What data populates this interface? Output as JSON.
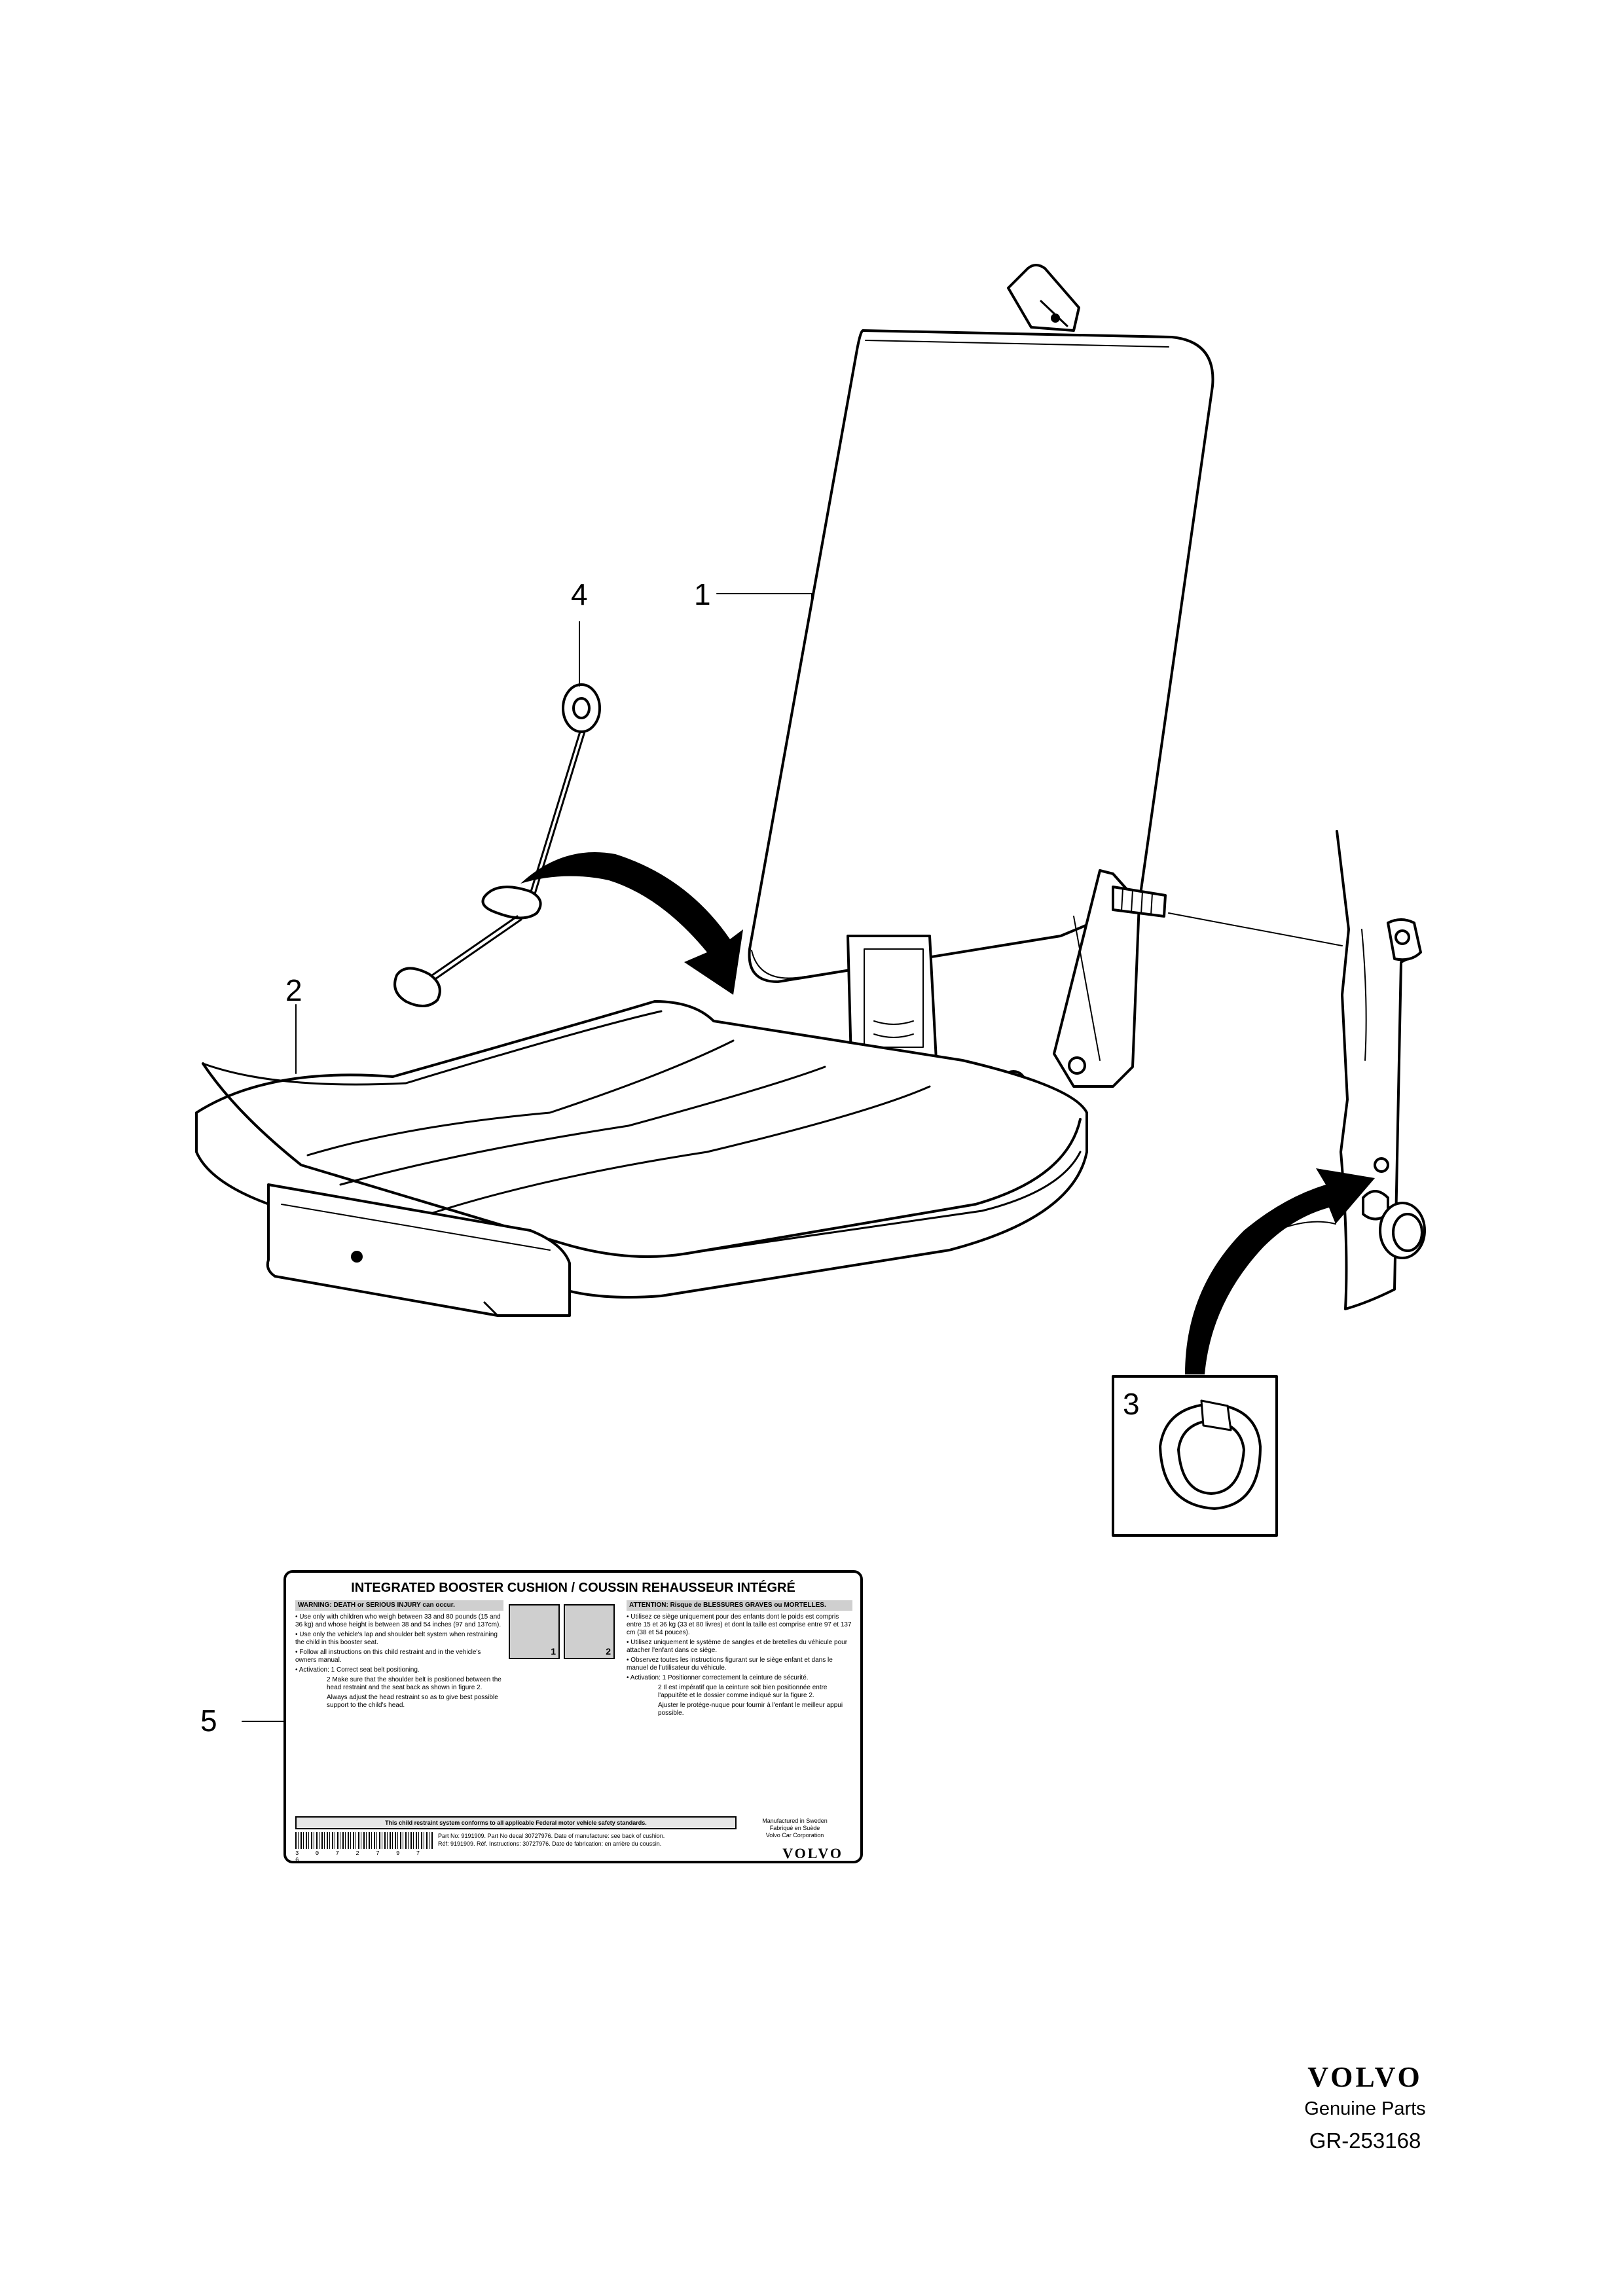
{
  "callouts": [
    "1",
    "2",
    "3",
    "4",
    "5"
  ],
  "label": {
    "title": "INTEGRATED BOOSTER CUSHION / COUSSIN REHAUSSEUR INTÉGRÉ",
    "warning_en": "WARNING: DEATH or SERIOUS INJURY can occur.",
    "warning_fr": "ATTENTION: Risque de BLESSURES GRAVES ou MORTELLES.",
    "en_lines": [
      "• Use only with children who weigh between 33 and 80 pounds (15 and 36 kg) and whose height is between 38 and 54 inches (97 and 137cm).",
      "• Use only the vehicle's lap and shoulder belt system when restraining the child in this booster seat.",
      "• Follow all instructions on this child restraint and in the vehicle's owners manual.",
      "• Activation: 1 Correct seat belt positioning.",
      "2 Make sure that the shoulder belt is positioned between the head restraint and the seat back as shown in figure 2.",
      "Always adjust the head restraint so as to give best possible support to the child's head."
    ],
    "fr_lines": [
      "• Utilisez ce siège uniquement pour des enfants dont le poids est compris entre 15 et 36 kg (33 et 80 livres) et dont la taille est comprise entre 97 et 137 cm (38 et 54 pouces).",
      "• Utilisez uniquement le système de sangles et de bretelles du véhicule pour attacher l'enfant dans ce siège.",
      "• Observez toutes les instructions figurant sur le siège enfant et dans le manuel de l'utilisateur du véhicule.",
      "• Activation: 1 Positionner correctement la ceinture de sécurité.",
      "2 Il est impératif que la ceinture soit bien positionnée entre l'appuitête et le dossier comme indiqué sur la figure 2.",
      "Ajuster le protège-nuque pour fournir à l'enfant le meilleur appui possible."
    ],
    "figure_marks": [
      "1",
      "2"
    ],
    "conformity": "This child restraint system conforms to all applicable Federal motor vehicle safety standards.",
    "barcode_number": "3 0 7 2 7 9 7 6",
    "part_lines": [
      "Part No: 9191909. Part No decal 30727976. Date of manufacture: see back of cushion.",
      "Réf: 9191909. Réf. Instructions: 30727976. Date de fabrication: en arrière du coussin."
    ],
    "manufacturer": [
      "Manufactured in Sweden",
      "Fabriqué en Suède",
      "Volvo Car Corporation"
    ],
    "brand": "VOLVO"
  },
  "footer": {
    "logo": "VOLVO",
    "tagline": "Genuine Parts",
    "reference": "GR-253168"
  }
}
